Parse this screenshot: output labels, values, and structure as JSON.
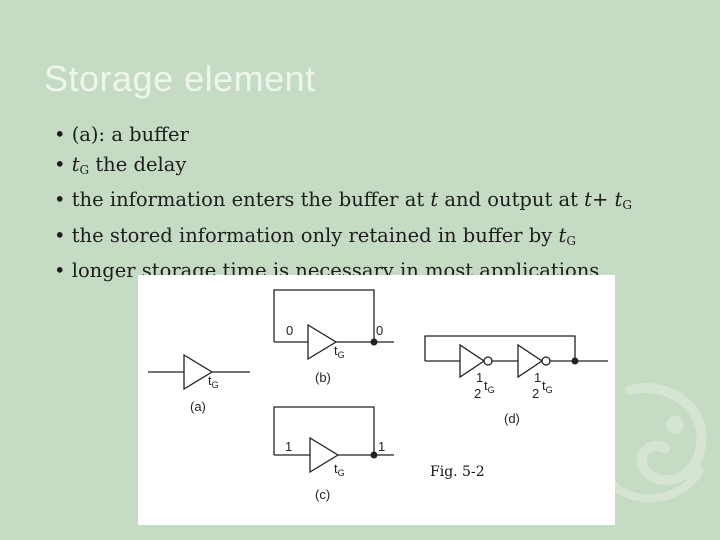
{
  "title": "Storage element",
  "bullets": {
    "b1": "(a): a buffer",
    "b2_t": "t",
    "b2_sub": "G",
    "b2_text": " the delay",
    "b3_text": "the information enters the buffer at ",
    "b3_t": "t",
    "b3_mid": " and output at ",
    "b3_t2": "t",
    "b3_plus": "+ ",
    "b3_t3": "t",
    "b3_sub": "G",
    "b4_text": "the stored information only retained in buffer by ",
    "b4_t": "t",
    "b4_sub": "G",
    "b5": "longer storage time is necessary in most applications"
  },
  "figure": {
    "caption": "Fig. 5-2",
    "a_label": "(a)",
    "b_label": "(b)",
    "c_label": "(c)",
    "d_label": "(d)",
    "tg": "t",
    "tg_sub": "G",
    "b_in": "0",
    "b_out": "0",
    "c_in": "1",
    "c_out": "1",
    "half_num": "1",
    "half_den": "2"
  },
  "colors": {
    "background": "#c6dbc3",
    "title": "#eef5ec"
  }
}
